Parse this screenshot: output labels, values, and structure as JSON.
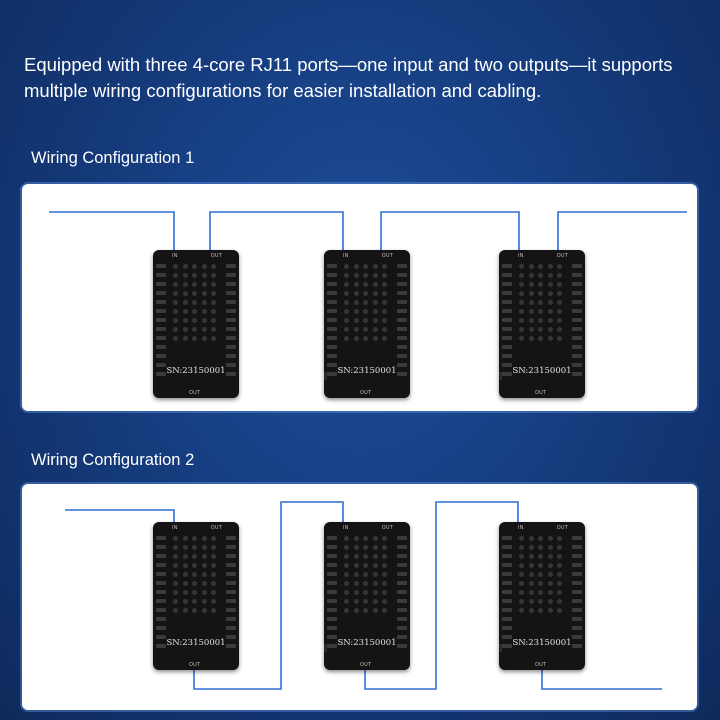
{
  "intro_text": "Equipped with three 4-core RJ11 ports—one input and two outputs—it supports multiple wiring configurations for easier installation and cabling.",
  "config1": {
    "title": "Wiring Configuration 1",
    "devices": [
      {
        "serial": "SN:23150001",
        "port_in": "IN",
        "port_out": "OUT",
        "port_out_bottom": "OUT"
      },
      {
        "serial": "SN:23150001",
        "port_in": "IN",
        "port_out": "OUT",
        "port_out_bottom": "OUT"
      },
      {
        "serial": "SN:23150001",
        "port_in": "IN",
        "port_out": "OUT",
        "port_out_bottom": "OUT"
      }
    ]
  },
  "config2": {
    "title": "Wiring Configuration 2",
    "devices": [
      {
        "serial": "SN:23150001",
        "port_in": "IN",
        "port_out": "OUT",
        "port_out_bottom": "OUT"
      },
      {
        "serial": "SN:23150001",
        "port_in": "IN",
        "port_out": "OUT",
        "port_out_bottom": "OUT"
      },
      {
        "serial": "SN:23150001",
        "port_in": "IN",
        "port_out": "OUT",
        "port_out_bottom": "OUT"
      }
    ]
  },
  "colors": {
    "background": "#163d80",
    "panel": "#ffffff",
    "wire": "#2f6fd6",
    "device": "#141414"
  }
}
